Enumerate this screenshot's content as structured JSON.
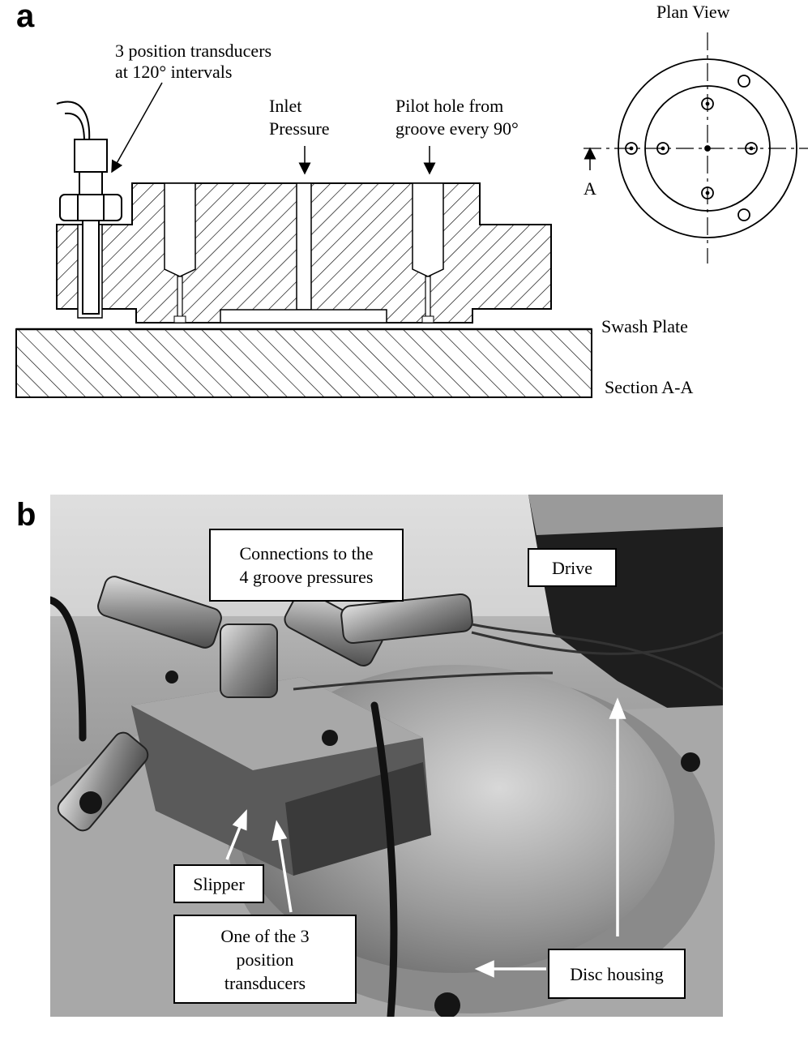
{
  "panel_a": {
    "letter": "a",
    "labels": {
      "plan_view": "Plan View",
      "transducers_line1": "3 position transducers",
      "transducers_line2": "at 120° intervals",
      "inlet_line1": "Inlet",
      "inlet_line2": "Pressure",
      "pilot_line1": "Pilot hole from",
      "pilot_line2": "groove every 90°",
      "section_marker": "A",
      "swash_plate": "Swash Plate",
      "section": "Section A-A"
    }
  },
  "panel_b": {
    "letter": "b",
    "callouts": {
      "connections_line1": "Connections to the",
      "connections_line2": "4 groove pressures",
      "drive": "Drive",
      "slipper": "Slipper",
      "transducer_line1": "One of the 3",
      "transducer_line2": "position",
      "transducer_line3": "transducers",
      "disc_housing": "Disc housing"
    }
  },
  "colors": {
    "ink": "#000000",
    "paper": "#ffffff",
    "photo_mid": "#8c8c8c"
  }
}
